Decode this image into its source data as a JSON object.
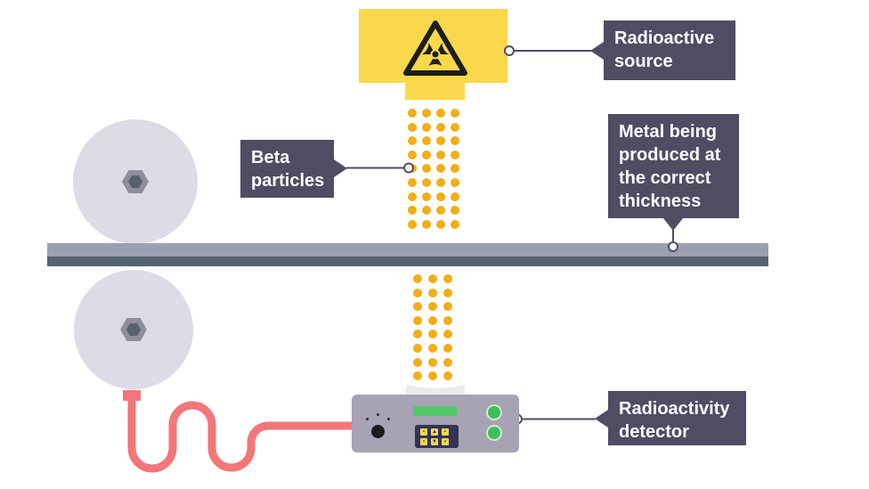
{
  "callouts": [
    {
      "id": "radioactive-source",
      "lines": [
        "Radioactive",
        "source"
      ]
    },
    {
      "id": "beta-particles",
      "lines": [
        "Beta",
        "particles"
      ]
    },
    {
      "id": "metal-thickness",
      "lines": [
        "Metal being",
        "produced at",
        "the correct",
        "thickness"
      ]
    },
    {
      "id": "radioactivity-detector",
      "lines": [
        "Radioactivity",
        "detector"
      ]
    }
  ],
  "beams": {
    "upper": {
      "columns": 4,
      "rows": 9
    },
    "lower": {
      "columns": 3,
      "rows": 8
    }
  },
  "detector": {
    "keypad_keys": [
      "▪",
      "▲",
      "▪",
      "▪",
      "▼",
      "▪"
    ],
    "green_button_count": 2
  },
  "icons": {
    "source_symbol": "radiation-trefoil-warning-icon",
    "roller_center": "hex-nut-icon"
  },
  "colors": {
    "source_yellow": "#f9d84b",
    "particle_yellow": "#f2ae17",
    "label_bg": "#4f4c64",
    "label_text": "#ffffff",
    "metal_top": "#9aa0b1",
    "metal_bottom": "#55636f",
    "roller": "#dcdbe6",
    "hex_outer": "#8e8e9d",
    "hex_inner": "#57616b",
    "cable_red": "#f3767b",
    "detector_body": "#a7a3b2",
    "display_green": "#55c56a",
    "button_green": "#3fbe5c",
    "keypad_bg": "#32325a",
    "key_yellow": "#f5d849",
    "connector": "#4f4c64"
  }
}
